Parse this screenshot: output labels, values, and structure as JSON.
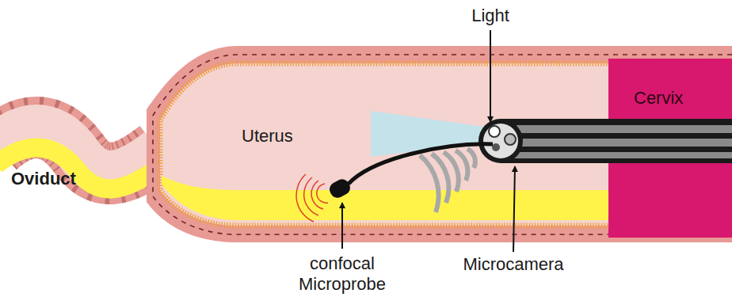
{
  "diagram": {
    "labels": [
      "Light",
      "Uterus",
      "Cervix",
      "Oviduct",
      "confocal Microprobe",
      "Microcamera"
    ]
  }
}
